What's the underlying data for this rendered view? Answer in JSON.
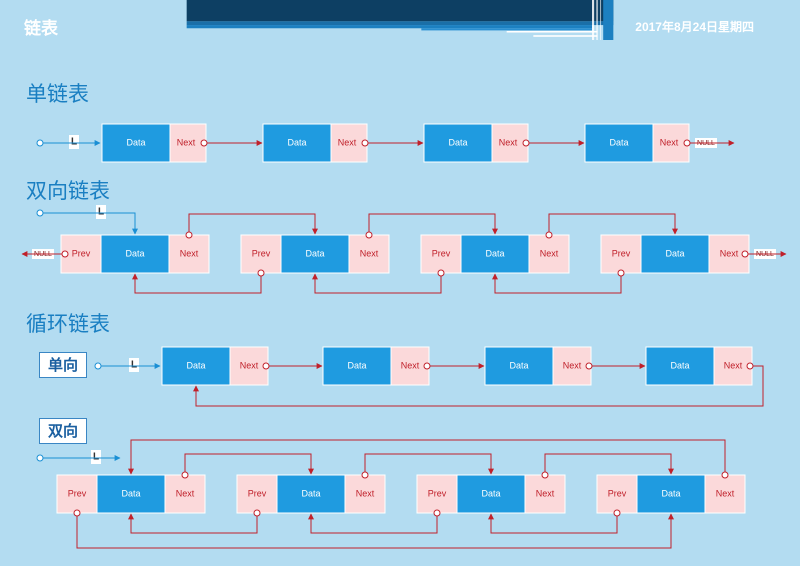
{
  "header": {
    "title": "链表",
    "date": "2017年8月24日星期四"
  },
  "sections": {
    "singly": "单链表",
    "doubly": "双向链表",
    "circular": "循环链表"
  },
  "badges": {
    "one_way": "单向",
    "two_way": "双向"
  },
  "labels": {
    "data": "Data",
    "next": "Next",
    "prev": "Prev",
    "null": "NULL",
    "head": "L"
  },
  "colors": {
    "data_fill": "#1f9be0",
    "pointer_fill": "#fbd9da",
    "arrow": "#c0202a",
    "head_arrow": "#1a8fd4",
    "section_text": "#1a7fc2"
  }
}
